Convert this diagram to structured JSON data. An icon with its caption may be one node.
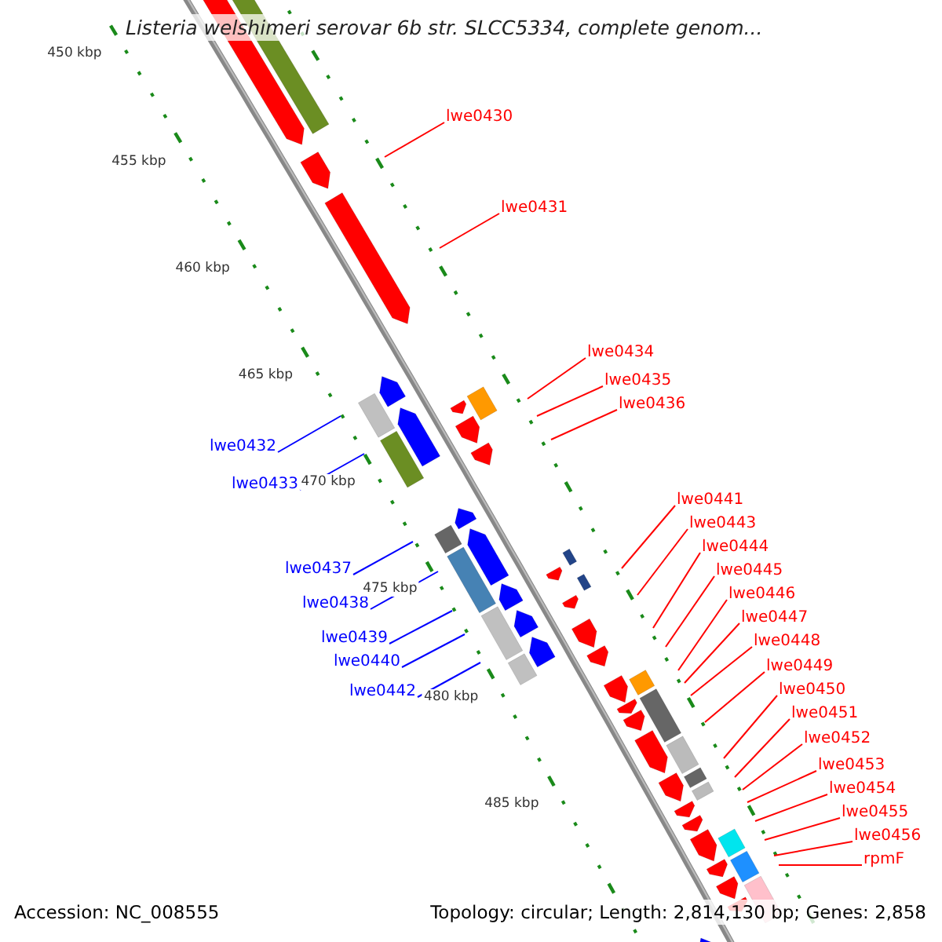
{
  "diagram": {
    "title": "Listeria welshimeri serovar 6b str. SLCC5334, complete genom...",
    "nodes": [
      {
        "text": [
          "lwe0430"
        ]
      },
      {
        "text": [
          "lwe0431"
        ]
      },
      {
        "text": [
          "lwe0434"
        ]
      },
      {
        "text": [
          "lwe0435"
        ]
      },
      {
        "text": [
          "lwe0436"
        ]
      },
      {
        "text": [
          "lwe0432"
        ]
      },
      {
        "text": [
          "lwe0433"
        ]
      },
      {
        "text": [
          "lwe0437"
        ]
      },
      {
        "text": [
          "lwe0438"
        ]
      },
      {
        "text": [
          "lwe0439"
        ]
      },
      {
        "text": [
          "lwe0440"
        ]
      },
      {
        "text": [
          "lwe0442"
        ]
      },
      {
        "text": [
          "lwe0441"
        ]
      },
      {
        "text": [
          "lwe0443"
        ]
      },
      {
        "text": [
          "lwe0444"
        ]
      },
      {
        "text": [
          "lwe0445"
        ]
      },
      {
        "text": [
          "lwe0446"
        ]
      },
      {
        "text": [
          "lwe0447"
        ]
      },
      {
        "text": [
          "lwe0448"
        ]
      },
      {
        "text": [
          "lwe0449"
        ]
      },
      {
        "text": [
          "lwe0450"
        ]
      },
      {
        "text": [
          "lwe0451"
        ]
      },
      {
        "text": [
          "lwe0452"
        ]
      },
      {
        "text": [
          "lwe0453"
        ]
      },
      {
        "text": [
          "lwe0454"
        ]
      },
      {
        "text": [
          "lwe0455"
        ]
      },
      {
        "text": [
          "lwe0456"
        ]
      },
      {
        "text": [
          "rpmF"
        ]
      }
    ],
    "edges": [
      {
        "from": 0,
        "to": null,
        "arrow": "none"
      },
      {
        "from": 1,
        "to": null,
        "arrow": "none"
      },
      {
        "from": 2,
        "to": null,
        "arrow": "none"
      },
      {
        "from": 3,
        "to": null,
        "arrow": "none"
      },
      {
        "from": 4,
        "to": null,
        "arrow": "none"
      },
      {
        "from": 5,
        "to": null,
        "arrow": "none",
        "color": "#0000ff"
      },
      {
        "from": 6,
        "to": null,
        "arrow": "none",
        "color": "#0000ff"
      },
      {
        "from": 7,
        "to": null,
        "arrow": "none",
        "color": "#0000ff"
      },
      {
        "from": 8,
        "to": null,
        "arrow": "none",
        "color": "#0000ff"
      },
      {
        "from": 9,
        "to": null,
        "arrow": "none",
        "color": "#0000ff"
      },
      {
        "from": 10,
        "to": null,
        "arrow": "none",
        "color": "#0000ff"
      },
      {
        "from": 11,
        "to": null,
        "arrow": "none",
        "color": "#0000ff"
      },
      {
        "from": 12,
        "to": null,
        "arrow": "none"
      },
      {
        "from": 13,
        "to": null,
        "arrow": "none"
      },
      {
        "from": 14,
        "to": null,
        "arrow": "none"
      },
      {
        "from": 15,
        "to": null,
        "arrow": "none"
      },
      {
        "from": 16,
        "to": null,
        "arrow": "none"
      },
      {
        "from": 17,
        "to": null,
        "arrow": "none"
      },
      {
        "from": 18,
        "to": null,
        "arrow": "none"
      },
      {
        "from": 19,
        "to": null,
        "arrow": "none"
      },
      {
        "from": 20,
        "to": null,
        "arrow": "none"
      },
      {
        "from": 21,
        "to": null,
        "arrow": "none"
      },
      {
        "from": 22,
        "to": null,
        "arrow": "none"
      },
      {
        "from": 23,
        "to": null,
        "arrow": "none"
      },
      {
        "from": 24,
        "to": null,
        "arrow": "none"
      },
      {
        "from": 25,
        "to": null,
        "arrow": "none"
      },
      {
        "from": 26,
        "to": null,
        "arrow": "none"
      },
      {
        "from": 27,
        "to": null,
        "arrow": "none"
      }
    ],
    "labels": [
      "450 kbp",
      "455 kbp",
      "460 kbp",
      "465 kbp",
      "470 kbp",
      "475 kbp",
      "480 kbp",
      "485 kbp",
      "Accession: NC_008555",
      "Topology: circular; Length: 2,814,130 bp; Genes: 2,858"
    ]
  }
}
